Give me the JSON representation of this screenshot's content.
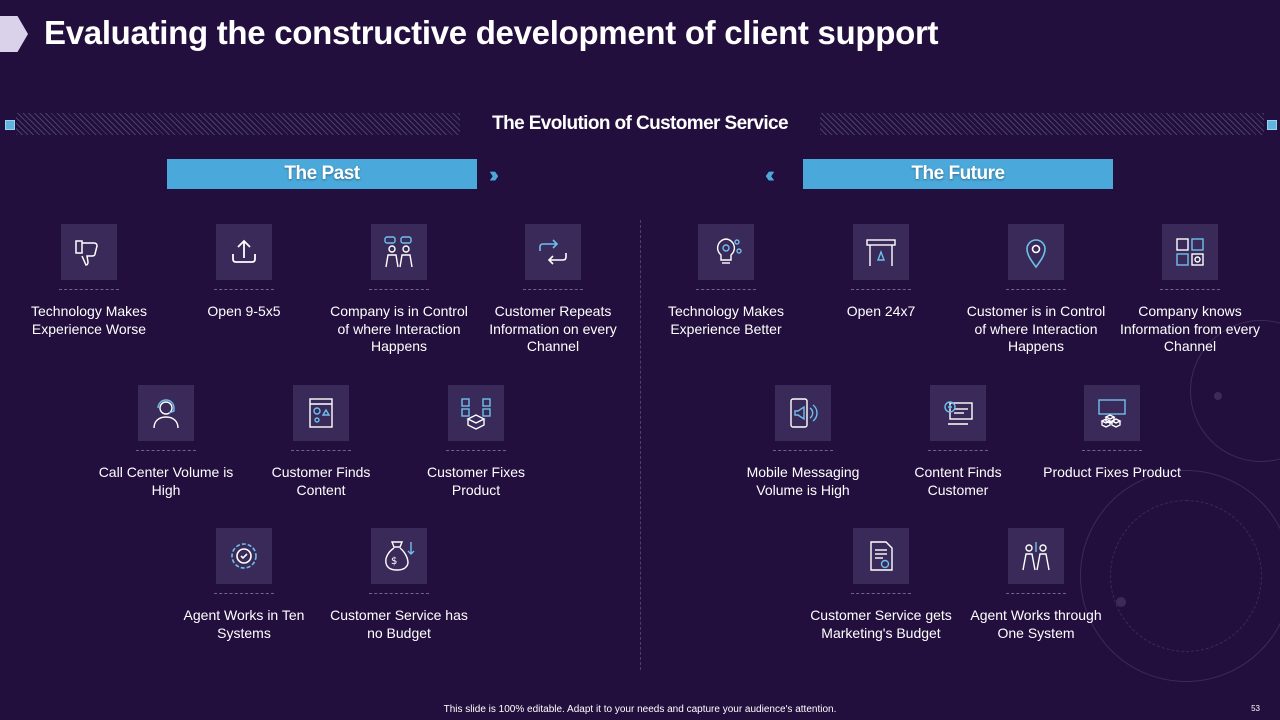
{
  "slide": {
    "title": "Evaluating the constructive development of client support",
    "subtitle": "The Evolution of Customer Service",
    "past_label": "The Past",
    "future_label": "The Future",
    "footer": "This slide is 100% editable. Adapt it to your needs and capture your audience's attention.",
    "page_number": "53"
  },
  "accent_colors": {
    "banner": "#4aa8da",
    "background": "#230f3d",
    "tile": "#3a2a59"
  },
  "past_items": [
    {
      "icon": "thumbs-down-icon",
      "label": "Technology Makes Experience Worse"
    },
    {
      "icon": "upload-icon",
      "label": "Open 9-5x5"
    },
    {
      "icon": "people-chat-icon",
      "label": "Company is in Control of where Interaction Happens"
    },
    {
      "icon": "repeat-arrows-icon",
      "label": "Customer Repeats Information on every Channel"
    },
    {
      "icon": "headset-agent-icon",
      "label": "Call Center Volume is High"
    },
    {
      "icon": "content-document-icon",
      "label": "Customer Finds Content"
    },
    {
      "icon": "product-box-icon",
      "label": "Customer Fixes Product"
    },
    {
      "icon": "gear-check-icon",
      "label": "Agent Works in Ten Systems"
    },
    {
      "icon": "money-bag-icon",
      "label": "Customer Service has no Budget"
    }
  ],
  "future_items": [
    {
      "icon": "lightbulb-gear-icon",
      "label": "Technology Makes Experience Better"
    },
    {
      "icon": "store-icon",
      "label": "Open 24x7"
    },
    {
      "icon": "location-pin-icon",
      "label": "Customer is in Control of where Interaction Happens"
    },
    {
      "icon": "info-grid-icon",
      "label": "Company knows Information from every Channel"
    },
    {
      "icon": "mobile-megaphone-icon",
      "label": "Mobile Messaging Volume is High"
    },
    {
      "icon": "content-search-icon",
      "label": "Content Finds Customer"
    },
    {
      "icon": "product-cubes-icon",
      "label": "Product Fixes Product"
    },
    {
      "icon": "marketing-document-icon",
      "label": "Customer Service gets Marketing's Budget"
    },
    {
      "icon": "agent-team-icon",
      "label": "Agent Works through One System"
    }
  ]
}
